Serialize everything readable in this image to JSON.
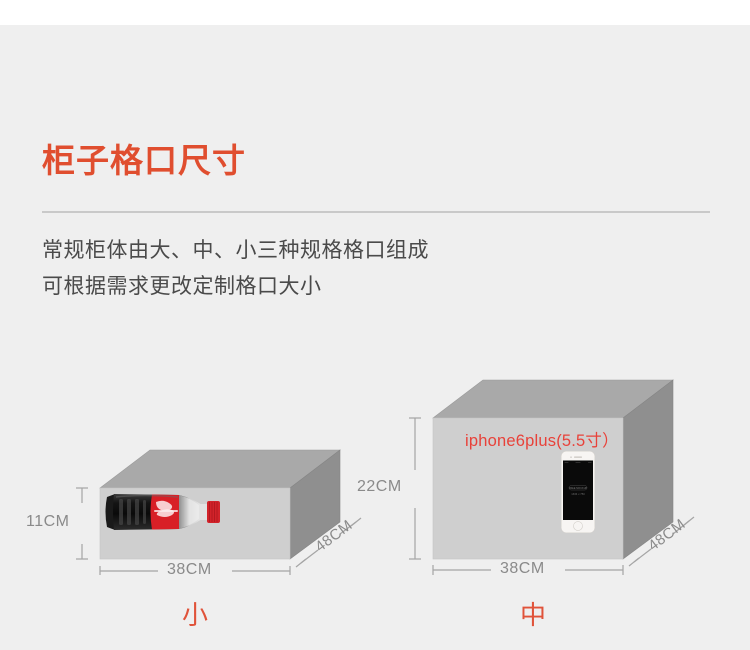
{
  "page": {
    "background_color": "#efefef",
    "top_strip_color": "#ffffff"
  },
  "header": {
    "title": "柜子格口尺寸",
    "title_color": "#e04e2f",
    "divider_color": "#c9c9c9",
    "subtitle_line1": "常规柜体由大、中、小三种规格格口组成",
    "subtitle_line2": "可根据需求更改定制格口大小",
    "subtitle_color": "#4a4a4a"
  },
  "boxes": [
    {
      "id": "small",
      "caption": "小",
      "caption_color": "#e0533a",
      "height_label": "11CM",
      "width_label": "38CM",
      "depth_label": "48CM",
      "dimension_text_color": "#8a8a8a",
      "content_item": "coca-cola-bottle",
      "content_label": "",
      "face_front_color": "#cfcfcf",
      "face_top_color": "#a9a9a9",
      "face_side_color": "#8f8f8f"
    },
    {
      "id": "medium",
      "caption": "中",
      "caption_color": "#e0533a",
      "height_label": "22CM",
      "width_label": "38CM",
      "depth_label": "48CM",
      "dimension_text_color": "#8a8a8a",
      "content_item": "iphone6plus",
      "content_label": "iphone6plus(5.5寸）",
      "content_label_color": "#e8423a",
      "face_front_color": "#cfcfcf",
      "face_top_color": "#a9a9a9",
      "face_side_color": "#8f8f8f"
    }
  ],
  "phone_screen": {
    "line1": "FREE MOCKUP",
    "line2": "1334 x 750"
  }
}
